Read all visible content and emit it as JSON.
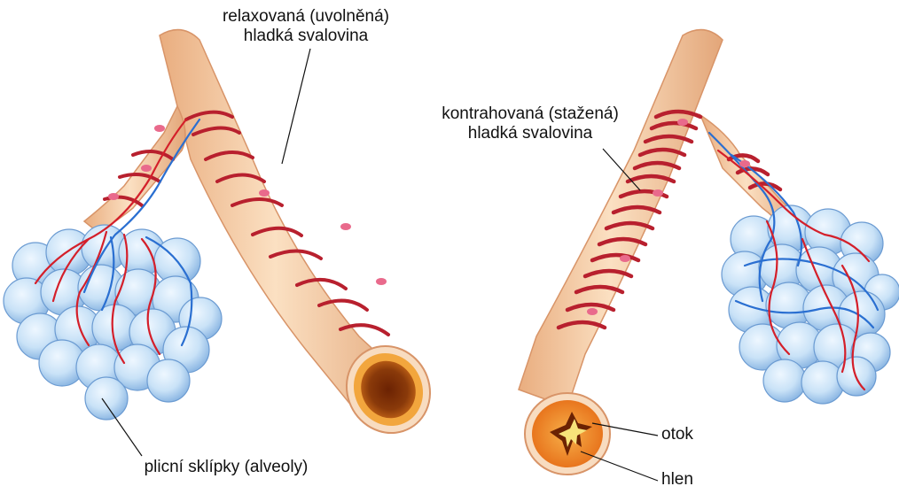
{
  "labels": {
    "relaxed_muscle": {
      "line1": "relaxovaná (uvolněná)",
      "line2": "hladká svalovina"
    },
    "contracted_muscle": {
      "line1": "kontrahovaná (stažená)",
      "line2": "hladká svalovina"
    },
    "alveoli": "plicní sklípky (alveoly)",
    "swelling": "otok",
    "mucus": "hlen"
  },
  "colors": {
    "airway_skin": "#f6cfa6",
    "airway_shadow": "#e3a679",
    "muscle_band": "#b8202e",
    "alveoli_fill": "#c9e2f7",
    "alveoli_edge": "#5d8fc9",
    "artery": "#d41f2a",
    "vein": "#2a6fd1",
    "lumen_open": "#7a2a05",
    "lumen_wall": "#f0a23a",
    "mucus": "#f7e27a"
  }
}
